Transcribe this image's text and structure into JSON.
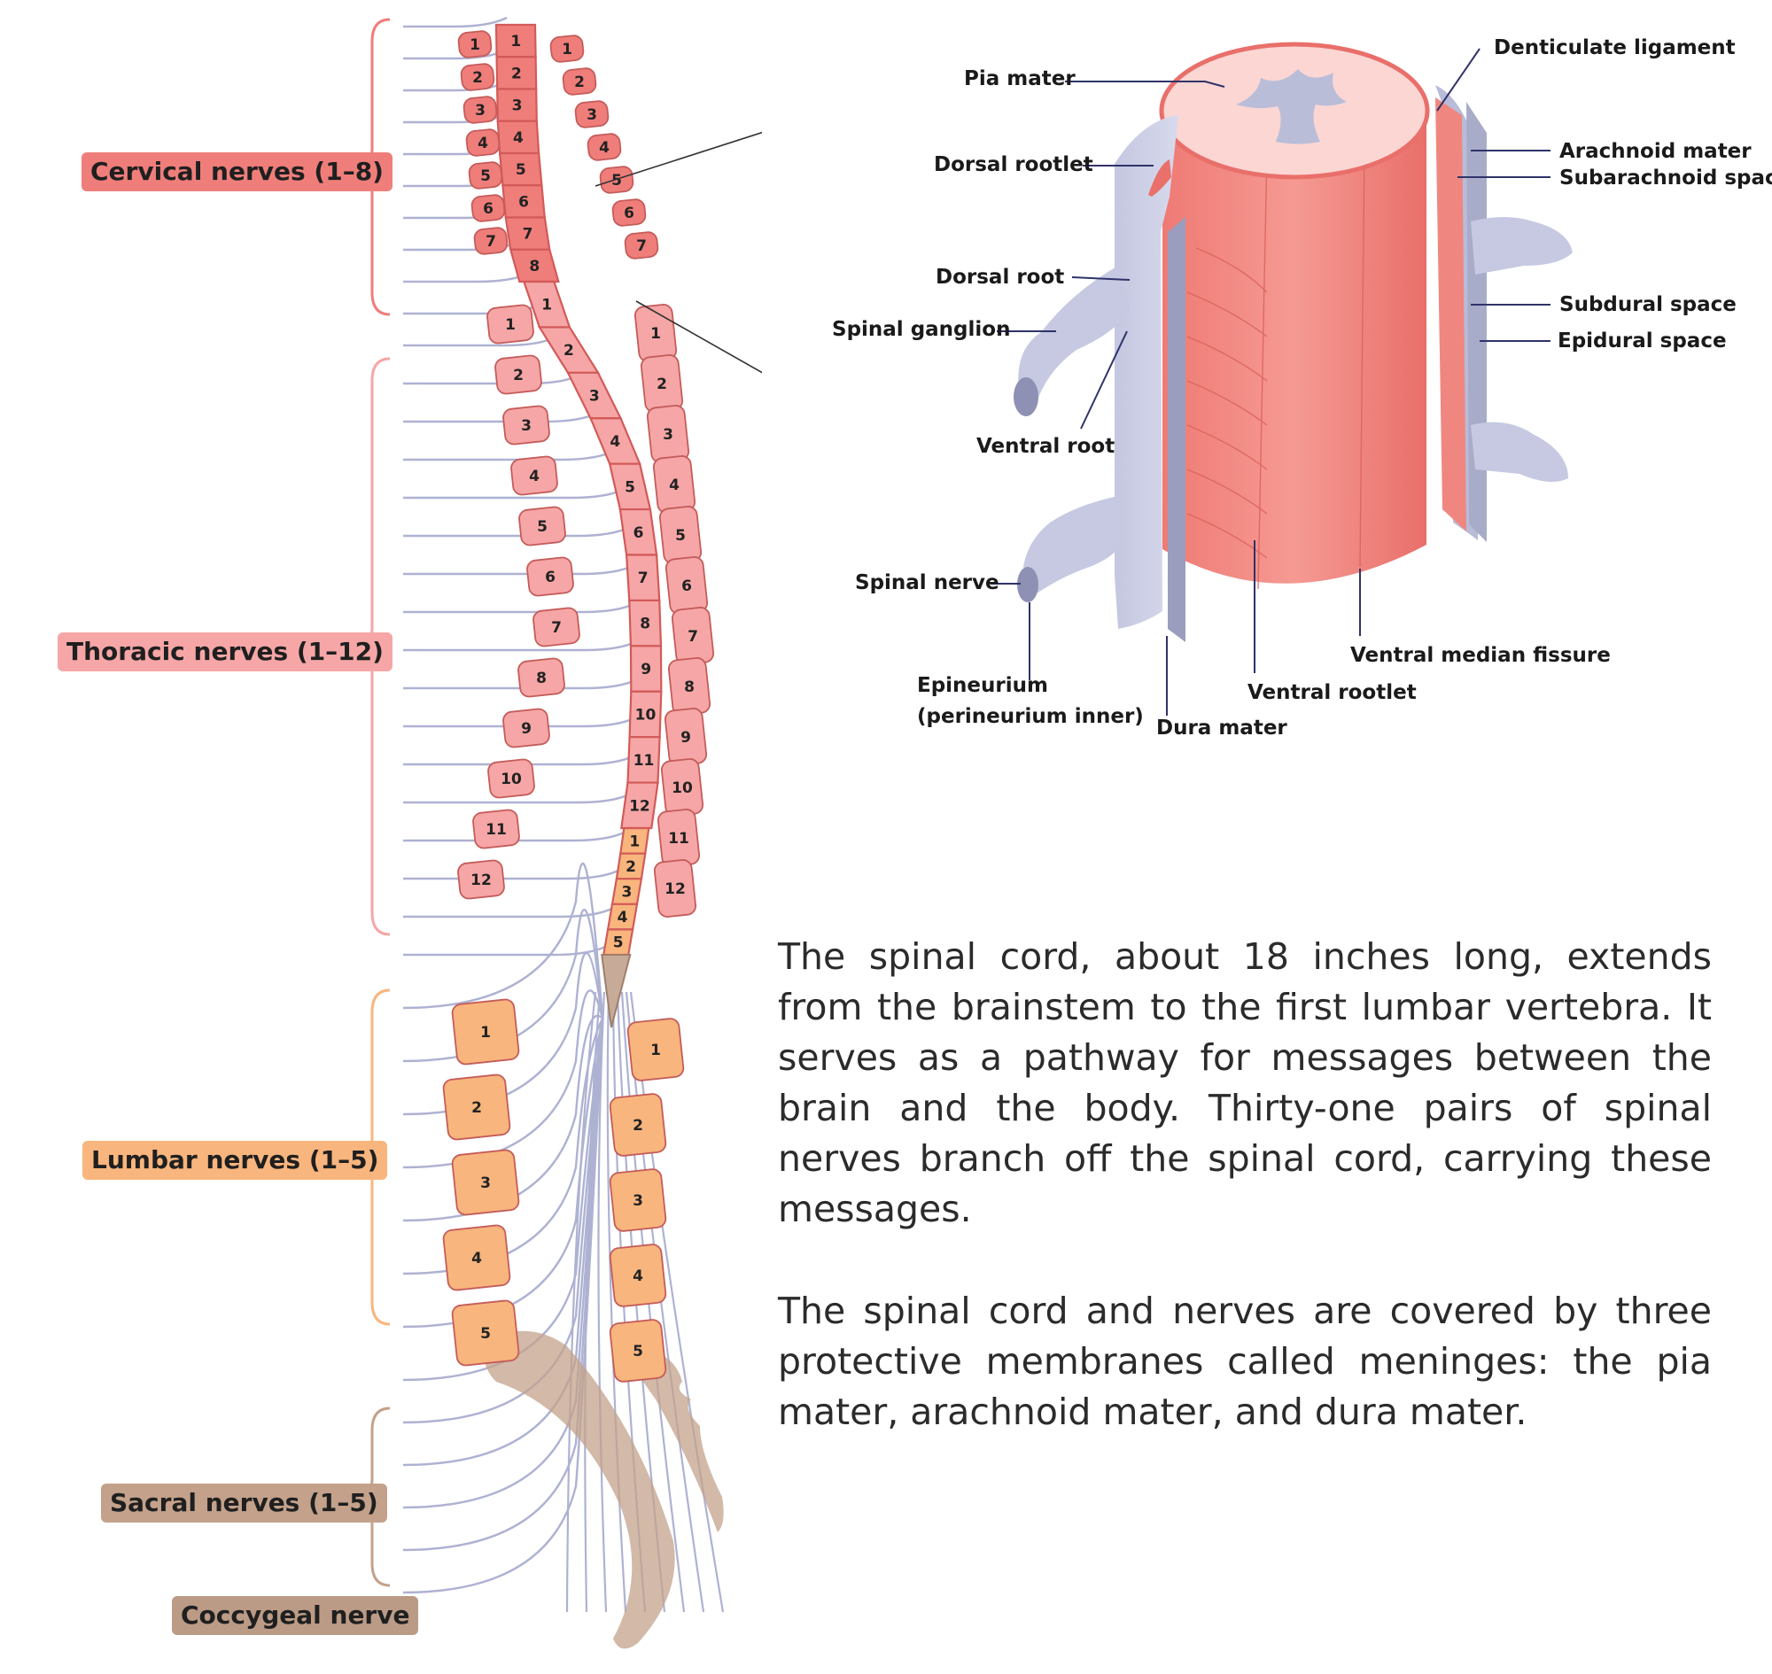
{
  "nerve_groups": {
    "cervical": "Cervical nerves (1–8)",
    "thoracic": "Thoracic nerves (1–12)",
    "lumbar": "Lumbar nerves (1–5)",
    "sacral": "Sacral nerves (1–5)",
    "coccygeal": "Coccygeal nerve"
  },
  "colors": {
    "cervical": "#ef7e7b",
    "thoracic": "#f6a6a6",
    "lumbar": "#f8b57d",
    "sacral": "#c3a18b",
    "coccygeal": "#bb9b86",
    "nerve_line": "#aeb2d2",
    "cord_pink": "#f08a85",
    "membrane": "#c9cbe3"
  },
  "anatomy_labels": {
    "pia_mater": "Pia mater",
    "denticulate_ligament": "Denticulate ligament",
    "arachnoid_mater": "Arachnoid mater",
    "subarachnoid_space": "Subarachnoid space",
    "dorsal_rootlet": "Dorsal rootlet",
    "dorsal_root": "Dorsal root",
    "spinal_ganglion": "Spinal ganglion",
    "ventral_root": "Ventral root",
    "subdural_space": "Subdural space",
    "epidural_space": "Epidural space",
    "spinal_nerve": "Spinal nerve",
    "epineurium": "Epineurium",
    "perineurium": "(perineurium inner)",
    "dura_mater": "Dura mater",
    "ventral_rootlet": "Ventral rootlet",
    "ventral_median_fissure": "Ventral median fissure"
  },
  "description": {
    "paragraph1": "The spinal cord, about 18 inches long, extends from the brainstem to the first lumbar vertebra. It serves as a pathway for messages between the brain and the body. Thirty-one pairs of spinal nerves branch off the spinal cord, carrying these messages.",
    "paragraph2": "The spinal cord and nerves are covered by three protective membranes called meninges: the pia mater, arachnoid mater, and dura mater."
  },
  "cord_segments": {
    "cervical": [
      "1",
      "2",
      "3",
      "4",
      "5",
      "6",
      "7",
      "8"
    ],
    "thoracic": [
      "1",
      "2",
      "3",
      "4",
      "5",
      "6",
      "7",
      "8",
      "9",
      "10",
      "11",
      "12"
    ],
    "lumbar": [
      "1",
      "2",
      "3",
      "4",
      "5"
    ]
  },
  "vertebrae": {
    "cervical": [
      "1",
      "2",
      "3",
      "4",
      "5",
      "6",
      "7"
    ],
    "thoracic": [
      "1",
      "2",
      "3",
      "4",
      "5",
      "6",
      "7",
      "8",
      "9",
      "10",
      "11",
      "12"
    ],
    "lumbar": [
      "1",
      "2",
      "3",
      "4",
      "5"
    ]
  }
}
